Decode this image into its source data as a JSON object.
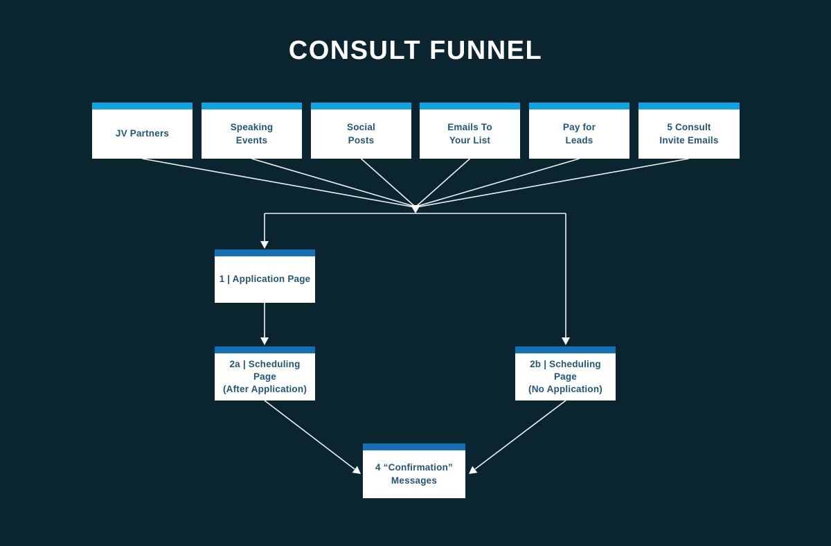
{
  "title": "CONSULT FUNNEL",
  "colors": {
    "background": "#0a2430",
    "source_bar": "#12a2de",
    "flow_bar": "#1571b3",
    "box_background": "#ffffff",
    "box_text": "#21567a",
    "line": "#eef3f5",
    "title_text": "#ffffff"
  },
  "sources": [
    {
      "id": "jv-partners",
      "label": "JV Partners"
    },
    {
      "id": "speaking-events",
      "label": "Speaking\nEvents"
    },
    {
      "id": "social-posts",
      "label": "Social\nPosts"
    },
    {
      "id": "emails-to-your-list",
      "label": "Emails To\nYour List"
    },
    {
      "id": "pay-for-leads",
      "label": "Pay for\nLeads"
    },
    {
      "id": "consult-invite-emails",
      "label": "5 Consult\nInvite Emails"
    }
  ],
  "steps": {
    "application": {
      "label": "1 | Application Page"
    },
    "scheduling_after": {
      "label": "2a | Scheduling Page\n(After Application)"
    },
    "scheduling_no": {
      "label": "2b | Scheduling Page\n(No Application)"
    },
    "confirmation": {
      "label": "4 “Confirmation”\nMessages"
    }
  },
  "edges": [
    {
      "from": "jv-partners",
      "to": "junction"
    },
    {
      "from": "speaking-events",
      "to": "junction"
    },
    {
      "from": "social-posts",
      "to": "junction"
    },
    {
      "from": "emails-to-your-list",
      "to": "junction"
    },
    {
      "from": "pay-for-leads",
      "to": "junction"
    },
    {
      "from": "consult-invite-emails",
      "to": "junction"
    },
    {
      "from": "junction",
      "to": "application"
    },
    {
      "from": "junction",
      "to": "scheduling_no"
    },
    {
      "from": "application",
      "to": "scheduling_after"
    },
    {
      "from": "scheduling_after",
      "to": "confirmation"
    },
    {
      "from": "scheduling_no",
      "to": "confirmation"
    }
  ]
}
